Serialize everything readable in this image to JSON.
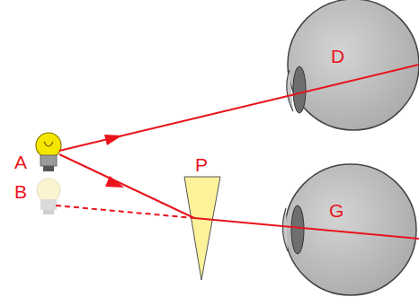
{
  "diagram": {
    "labels": [
      "A",
      "B",
      "P",
      "D",
      "G"
    ]
  }
}
